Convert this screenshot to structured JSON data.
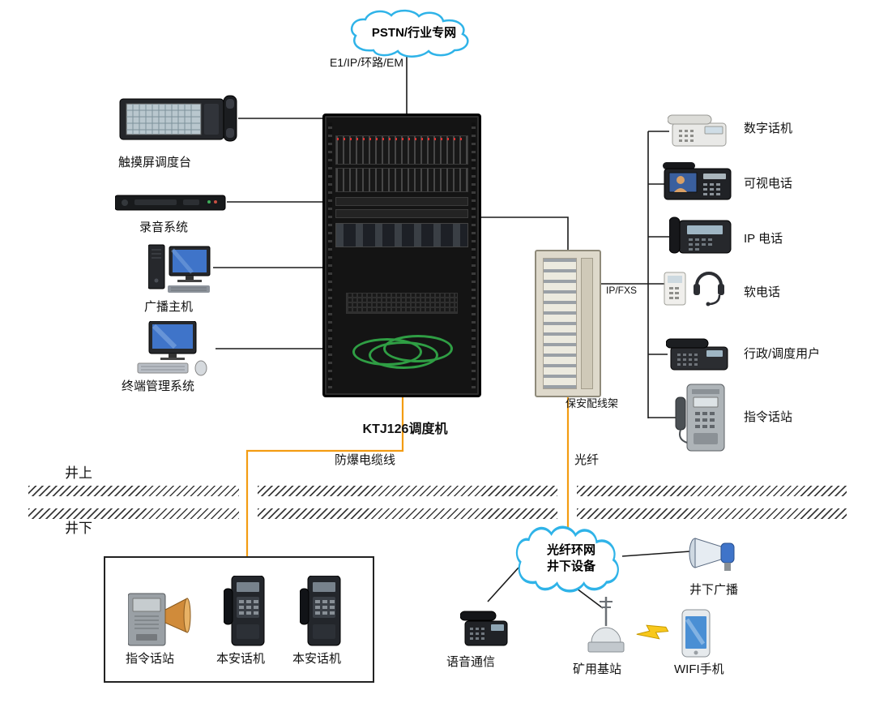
{
  "clouds": {
    "pstn": "PSTN/行业专网",
    "underground_line1": "光纤环网",
    "underground_line2": "井下设备"
  },
  "links": {
    "trunk": "E1/IP/环路/EM",
    "ip_fxs": "IP/FXS",
    "blast_cable": "防爆电缆线",
    "fiber": "光纤"
  },
  "rack": {
    "label": "KTJ126调度机"
  },
  "frame": {
    "label": "保安配线架"
  },
  "left_devices": [
    {
      "label": "触摸屏调度台"
    },
    {
      "label": "录音系统"
    },
    {
      "label": "广播主机"
    },
    {
      "label": "终端管理系统"
    }
  ],
  "right_devices": [
    {
      "label": "数字话机"
    },
    {
      "label": "可视电话"
    },
    {
      "label": "IP 电话"
    },
    {
      "label": "软电话"
    },
    {
      "label": "行政/调度用户"
    },
    {
      "label": "指令话站"
    }
  ],
  "zones": {
    "surface": "井上",
    "underground": "井下"
  },
  "underground_box": {
    "devices": [
      {
        "label": "指令话站"
      },
      {
        "label": "本安话机"
      },
      {
        "label": "本安话机"
      }
    ]
  },
  "underground_devices": [
    {
      "label": "语音通信"
    },
    {
      "label": "矿用基站"
    },
    {
      "label": "WIFI手机"
    },
    {
      "label": "井下广播"
    }
  ],
  "colors": {
    "wire": "#1a1a1a",
    "fiber_orange": "#f39c12",
    "cloud_blue": "#2fb3e8",
    "lightning_yellow": "#f8c81c",
    "coil_green": "#2f9e44"
  }
}
